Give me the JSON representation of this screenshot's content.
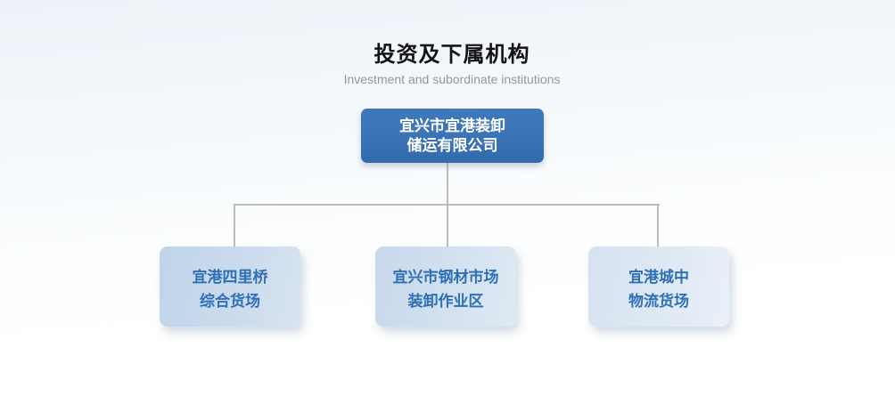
{
  "header": {
    "title": "投资及下属机构",
    "subtitle": "Investment and subordinate institutions"
  },
  "org_chart": {
    "root": {
      "name": "宜兴市宜港装卸储运有限公司",
      "line1": "宜兴市宜港装卸",
      "line2": "储运有限公司"
    },
    "children": [
      {
        "name": "宜港四里桥综合货场",
        "line1": "宜港四里桥",
        "line2": "综合货场"
      },
      {
        "name": "宜兴市钢材市场装卸作业区",
        "line1": "宜兴市钢材市场",
        "line2": "装卸作业区"
      },
      {
        "name": "宜港城中物流货场",
        "line1": "宜港城中",
        "line2": "物流货场"
      }
    ]
  },
  "colors": {
    "root_box_fill": "#3a73b6",
    "root_box_text": "#ffffff",
    "child_box_fill_1": "#c6d8eb",
    "child_box_fill_2": "#d0dfef",
    "child_box_fill_3": "#dde8f3",
    "child_box_text": "#2e6fb6",
    "connector_line": "#bcbcbc",
    "title_text": "#141414",
    "subtitle_text": "#94979a",
    "background_top": "#edf2f8",
    "background_bottom": "#ffffff"
  }
}
